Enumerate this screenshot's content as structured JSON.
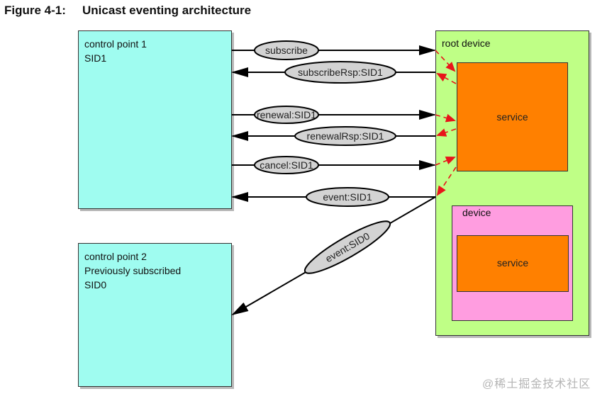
{
  "figure": {
    "number": "Figure 4-1:",
    "title": "Unicast eventing architecture"
  },
  "control_points": [
    {
      "lines": [
        "control point 1",
        "SID1"
      ]
    },
    {
      "lines": [
        "control point 2",
        "Previously subscribed",
        "SID0"
      ]
    }
  ],
  "root_device": {
    "label": "root device",
    "service_label": "service",
    "embedded_device": {
      "label": "device",
      "service_label": "service"
    }
  },
  "messages": [
    {
      "label": "subscribe",
      "direction": "to-device"
    },
    {
      "label": "subscribeRsp:SID1",
      "direction": "to-control-point"
    },
    {
      "label": "renewal:SID1",
      "direction": "to-device"
    },
    {
      "label": "renewalRsp:SID1",
      "direction": "to-control-point"
    },
    {
      "label": "cancel:SID1",
      "direction": "to-device"
    },
    {
      "label": "event:SID1",
      "direction": "to-control-point"
    },
    {
      "label": "event:SID0",
      "direction": "to-control-point-2"
    }
  ],
  "colors": {
    "control_point": "#9ffcf0",
    "root_device": "#bfff86",
    "device": "#ff9de0",
    "service": "#ff8000",
    "message_bubble": "#d3d3d3",
    "dashed_arrow": "#e8141a"
  },
  "watermark": "@稀土掘金技术社区"
}
